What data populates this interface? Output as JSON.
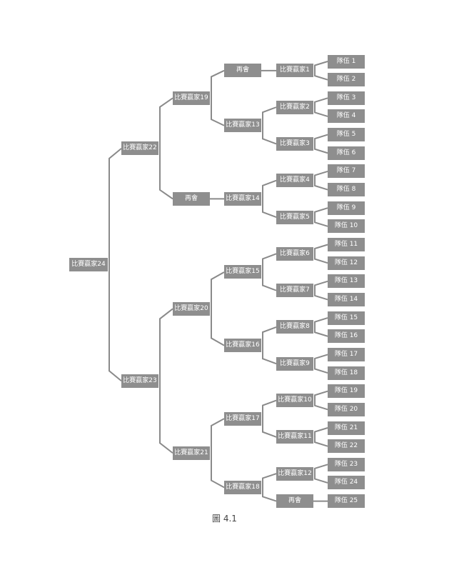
{
  "caption": "圖 4.1",
  "line_color": "#8a8a8a",
  "box_color": "#8e8e8e",
  "nodes": [
    {
      "id": "w24",
      "label": "比賽贏家24",
      "col": 0,
      "parent": null
    },
    {
      "id": "w22",
      "label": "比賽贏家22",
      "col": 1,
      "parent": "w24"
    },
    {
      "id": "w23",
      "label": "比賽贏家23",
      "col": 1,
      "parent": "w24"
    },
    {
      "id": "w19",
      "label": "比賽贏家19",
      "col": 2,
      "parent": "w22"
    },
    {
      "id": "bye2",
      "label": "再會",
      "col": 2,
      "parent": "w22"
    },
    {
      "id": "w20",
      "label": "比賽贏家20",
      "col": 2,
      "parent": "w23"
    },
    {
      "id": "w21",
      "label": "比賽贏家21",
      "col": 2,
      "parent": "w23"
    },
    {
      "id": "bye1",
      "label": "再會",
      "col": 3,
      "parent": "w19"
    },
    {
      "id": "w13",
      "label": "比賽贏家13",
      "col": 3,
      "parent": "w19"
    },
    {
      "id": "w14",
      "label": "比賽贏家14",
      "col": 3,
      "parent": "bye2"
    },
    {
      "id": "w15",
      "label": "比賽贏家15",
      "col": 3,
      "parent": "w20"
    },
    {
      "id": "w16",
      "label": "比賽贏家16",
      "col": 3,
      "parent": "w20"
    },
    {
      "id": "w17",
      "label": "比賽贏家17",
      "col": 3,
      "parent": "w21"
    },
    {
      "id": "w18",
      "label": "比賽贏家18",
      "col": 3,
      "parent": "w21"
    },
    {
      "id": "w1",
      "label": "比賽贏家1",
      "col": 4,
      "parent": "bye1"
    },
    {
      "id": "w2",
      "label": "比賽贏家2",
      "col": 4,
      "parent": "w13"
    },
    {
      "id": "w3",
      "label": "比賽贏家3",
      "col": 4,
      "parent": "w13"
    },
    {
      "id": "w4",
      "label": "比賽贏家4",
      "col": 4,
      "parent": "w14"
    },
    {
      "id": "w5",
      "label": "比賽贏家5",
      "col": 4,
      "parent": "w14"
    },
    {
      "id": "w6",
      "label": "比賽贏家6",
      "col": 4,
      "parent": "w15"
    },
    {
      "id": "w7",
      "label": "比賽贏家7",
      "col": 4,
      "parent": "w15"
    },
    {
      "id": "w8",
      "label": "比賽贏家8",
      "col": 4,
      "parent": "w16"
    },
    {
      "id": "w9",
      "label": "比賽贏家9",
      "col": 4,
      "parent": "w16"
    },
    {
      "id": "w10",
      "label": "比賽贏家10",
      "col": 4,
      "parent": "w17"
    },
    {
      "id": "w11",
      "label": "比賽贏家11",
      "col": 4,
      "parent": "w17"
    },
    {
      "id": "w12",
      "label": "比賽贏家12",
      "col": 4,
      "parent": "w18"
    },
    {
      "id": "bye3",
      "label": "再會",
      "col": 4,
      "parent": "w18"
    },
    {
      "id": "t1",
      "label": "隊伍 1",
      "col": 5,
      "parent": "w1"
    },
    {
      "id": "t2",
      "label": "隊伍 2",
      "col": 5,
      "parent": "w1"
    },
    {
      "id": "t3",
      "label": "隊伍 3",
      "col": 5,
      "parent": "w2"
    },
    {
      "id": "t4",
      "label": "隊伍 4",
      "col": 5,
      "parent": "w2"
    },
    {
      "id": "t5",
      "label": "隊伍 5",
      "col": 5,
      "parent": "w3"
    },
    {
      "id": "t6",
      "label": "隊伍 6",
      "col": 5,
      "parent": "w3"
    },
    {
      "id": "t7",
      "label": "隊伍 7",
      "col": 5,
      "parent": "w4"
    },
    {
      "id": "t8",
      "label": "隊伍 8",
      "col": 5,
      "parent": "w4"
    },
    {
      "id": "t9",
      "label": "隊伍 9",
      "col": 5,
      "parent": "w5"
    },
    {
      "id": "t10",
      "label": "隊伍 10",
      "col": 5,
      "parent": "w5"
    },
    {
      "id": "t11",
      "label": "隊伍 11",
      "col": 5,
      "parent": "w6"
    },
    {
      "id": "t12",
      "label": "隊伍 12",
      "col": 5,
      "parent": "w6"
    },
    {
      "id": "t13",
      "label": "隊伍 13",
      "col": 5,
      "parent": "w7"
    },
    {
      "id": "t14",
      "label": "隊伍 14",
      "col": 5,
      "parent": "w7"
    },
    {
      "id": "t15",
      "label": "隊伍 15",
      "col": 5,
      "parent": "w8"
    },
    {
      "id": "t16",
      "label": "隊伍 16",
      "col": 5,
      "parent": "w8"
    },
    {
      "id": "t17",
      "label": "隊伍 17",
      "col": 5,
      "parent": "w9"
    },
    {
      "id": "t18",
      "label": "隊伍 18",
      "col": 5,
      "parent": "w9"
    },
    {
      "id": "t19",
      "label": "隊伍 19",
      "col": 5,
      "parent": "w10"
    },
    {
      "id": "t20",
      "label": "隊伍 20",
      "col": 5,
      "parent": "w10"
    },
    {
      "id": "t21",
      "label": "隊伍 21",
      "col": 5,
      "parent": "w11"
    },
    {
      "id": "t22",
      "label": "隊伍 22",
      "col": 5,
      "parent": "w11"
    },
    {
      "id": "t23",
      "label": "隊伍 23",
      "col": 5,
      "parent": "w12"
    },
    {
      "id": "t24",
      "label": "隊伍 24",
      "col": 5,
      "parent": "w12"
    },
    {
      "id": "t25",
      "label": "隊伍 25",
      "col": 5,
      "parent": "bye3"
    }
  ]
}
